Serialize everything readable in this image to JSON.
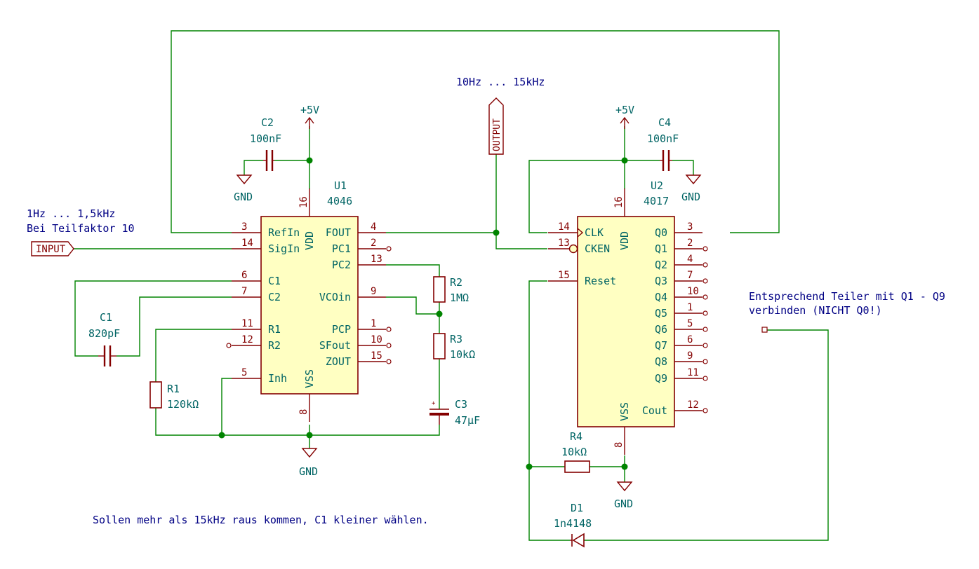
{
  "notes": {
    "input_range": "1Hz ... 1,5kHz",
    "input_divider": "Bei Teilfaktor 10",
    "output_range": "10Hz ... 15kHz",
    "divider_note_1": "Entsprechend Teiler mit Q1 - Q9",
    "divider_note_2": "verbinden (NICHT Q0!)",
    "c1_note": "Sollen mehr als 15kHz raus kommen, C1 kleiner wählen."
  },
  "labels": {
    "input": "INPUT",
    "output": "OUTPUT"
  },
  "power": {
    "vcc1": "+5V",
    "vcc2": "+5V",
    "gnd_c2": "GND",
    "gnd_c4": "GND",
    "gnd_u1": "GND",
    "gnd_u2": "GND"
  },
  "u1": {
    "ref": "U1",
    "value": "4046",
    "vdd": "VDD",
    "vss": "VSS",
    "vdd_pin": "16",
    "vss_pin": "8",
    "left": [
      {
        "pin": "3",
        "name": "RefIn"
      },
      {
        "pin": "14",
        "name": "SigIn"
      },
      {
        "pin": "6",
        "name": "C1"
      },
      {
        "pin": "7",
        "name": "C2"
      },
      {
        "pin": "11",
        "name": "R1"
      },
      {
        "pin": "12",
        "name": "R2"
      },
      {
        "pin": "5",
        "name": "Inh"
      }
    ],
    "right": [
      {
        "pin": "4",
        "name": "FOUT"
      },
      {
        "pin": "2",
        "name": "PC1"
      },
      {
        "pin": "13",
        "name": "PC2"
      },
      {
        "pin": "9",
        "name": "VCOin"
      },
      {
        "pin": "1",
        "name": "PCP"
      },
      {
        "pin": "10",
        "name": "SFout"
      },
      {
        "pin": "15",
        "name": "ZOUT"
      }
    ]
  },
  "u2": {
    "ref": "U2",
    "value": "4017",
    "vdd": "VDD",
    "vss": "VSS",
    "vdd_pin": "16",
    "vss_pin": "8",
    "left": [
      {
        "pin": "14",
        "name": "CLK"
      },
      {
        "pin": "13",
        "name": "CKEN"
      },
      {
        "pin": "15",
        "name": "Reset"
      }
    ],
    "right": [
      {
        "pin": "3",
        "name": "Q0"
      },
      {
        "pin": "2",
        "name": "Q1"
      },
      {
        "pin": "4",
        "name": "Q2"
      },
      {
        "pin": "7",
        "name": "Q3"
      },
      {
        "pin": "10",
        "name": "Q4"
      },
      {
        "pin": "1",
        "name": "Q5"
      },
      {
        "pin": "5",
        "name": "Q6"
      },
      {
        "pin": "6",
        "name": "Q7"
      },
      {
        "pin": "9",
        "name": "Q8"
      },
      {
        "pin": "11",
        "name": "Q9"
      },
      {
        "pin": "12",
        "name": "Cout"
      }
    ]
  },
  "components": {
    "c1": {
      "ref": "C1",
      "value": "820pF"
    },
    "c2": {
      "ref": "C2",
      "value": "100nF"
    },
    "c3": {
      "ref": "C3",
      "value": "47µF"
    },
    "c4": {
      "ref": "C4",
      "value": "100nF"
    },
    "r1": {
      "ref": "R1",
      "value": "120kΩ"
    },
    "r2": {
      "ref": "R2",
      "value": "1MΩ"
    },
    "r3": {
      "ref": "R3",
      "value": "10kΩ"
    },
    "r4": {
      "ref": "R4",
      "value": "10kΩ"
    },
    "d1": {
      "ref": "D1",
      "value": "1n4148"
    }
  },
  "colors": {
    "wire": "#008400",
    "component": "#840000",
    "body": "#ffffc2",
    "note": "#000084",
    "value": "#006464"
  }
}
